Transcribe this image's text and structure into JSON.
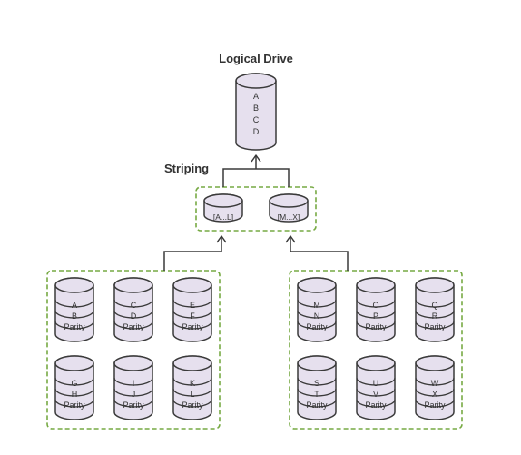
{
  "title": "Logical Drive",
  "striping_label": "Striping",
  "logical_drive": {
    "rows": [
      "A",
      "B",
      "C",
      "D"
    ]
  },
  "stripes": [
    {
      "label": "[A...L]"
    },
    {
      "label": "[M...X]"
    }
  ],
  "groups": [
    {
      "drives": [
        {
          "rows": [
            "A",
            "B",
            "Parity"
          ]
        },
        {
          "rows": [
            "C",
            "D",
            "Parity"
          ]
        },
        {
          "rows": [
            "E",
            "F",
            "Parity"
          ]
        },
        {
          "rows": [
            "G",
            "H",
            "Parity"
          ]
        },
        {
          "rows": [
            "I",
            "J",
            "Parity"
          ]
        },
        {
          "rows": [
            "K",
            "L",
            "Parity"
          ]
        }
      ]
    },
    {
      "drives": [
        {
          "rows": [
            "M",
            "N",
            "Parity"
          ]
        },
        {
          "rows": [
            "O",
            "P",
            "Parity"
          ]
        },
        {
          "rows": [
            "Q",
            "R",
            "Parity"
          ]
        },
        {
          "rows": [
            "S",
            "T",
            "Parity"
          ]
        },
        {
          "rows": [
            "U",
            "V",
            "Parity"
          ]
        },
        {
          "rows": [
            "W",
            "X",
            "Parity"
          ]
        }
      ]
    }
  ],
  "colors": {
    "disk_fill": "#e6e0ee",
    "stroke": "#3a3a3a",
    "dash": "#77aa44",
    "text": "#333333"
  }
}
